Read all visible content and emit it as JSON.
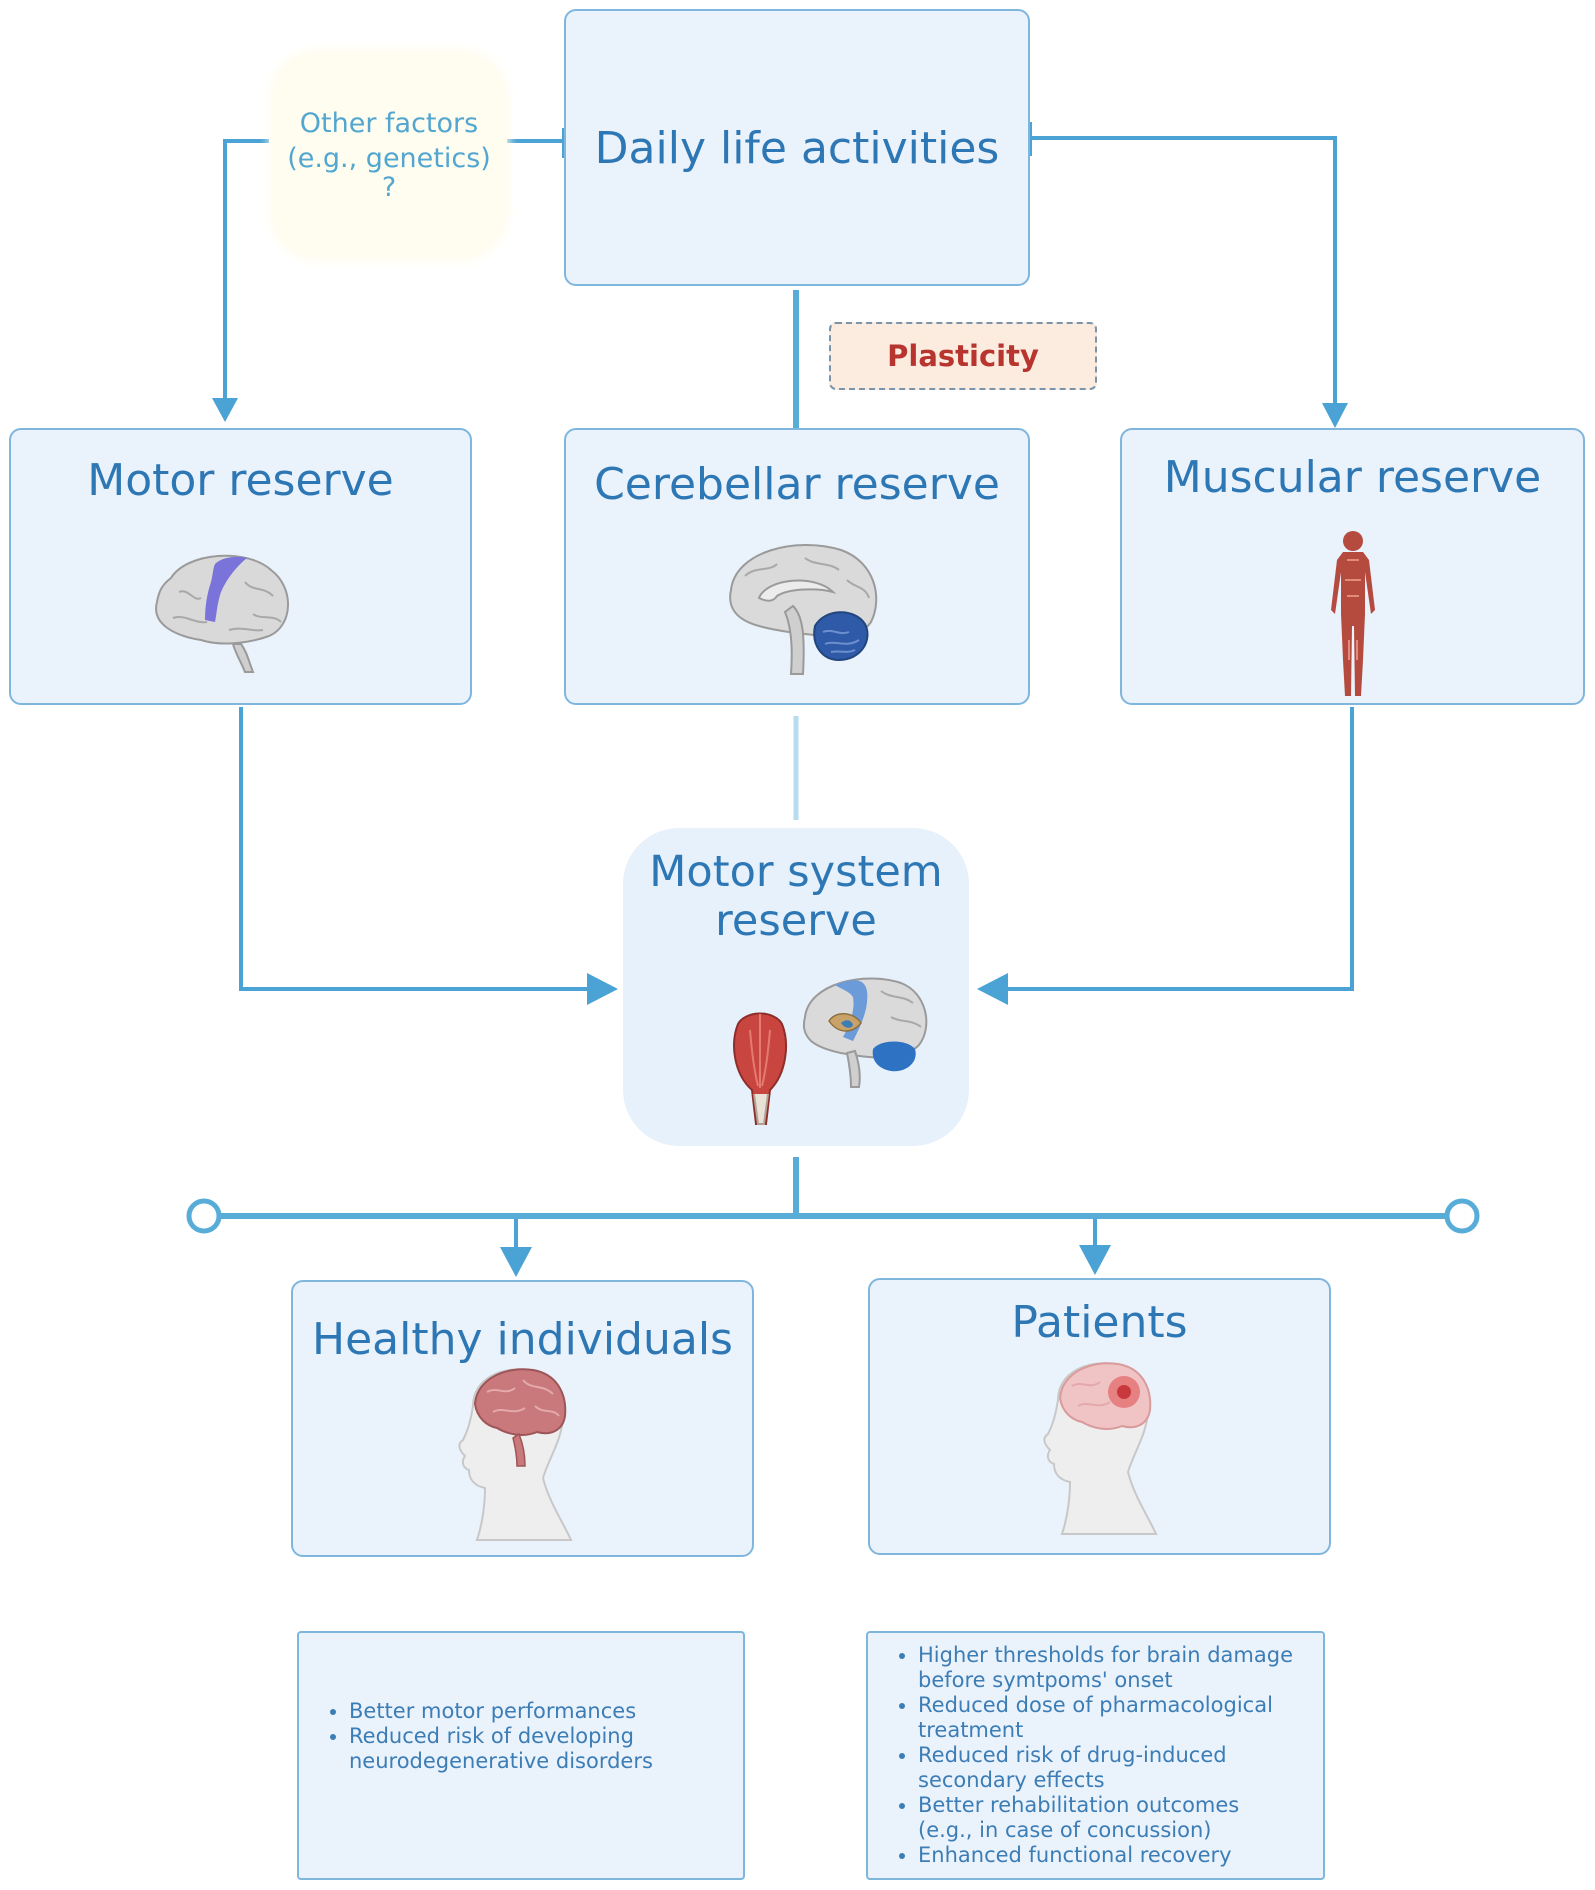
{
  "diagram": {
    "top": {
      "title": "Daily life activities",
      "other_factors": {
        "line1": "Other factors",
        "line2": "(e.g., genetics)",
        "line3": "?"
      },
      "plasticity": "Plasticity"
    },
    "reserves": {
      "motor": {
        "title": "Motor reserve",
        "icon": "brain-motor-cortex-icon"
      },
      "cerebellar": {
        "title": "Cerebellar reserve",
        "icon": "brain-cerebellum-icon"
      },
      "muscular": {
        "title": "Muscular reserve",
        "icon": "human-muscle-body-icon"
      }
    },
    "motor_system_reserve": {
      "line1": "Motor system",
      "line2": "reserve",
      "icons": [
        "muscle-icon",
        "brain-sagittal-icon"
      ]
    },
    "outcomes": {
      "healthy": {
        "title": "Healthy individuals",
        "icon": "healthy-head-icon",
        "benefits": [
          "Better motor performances",
          "Reduced risk of developing neurodegenerative disorders"
        ]
      },
      "patients": {
        "title": "Patients",
        "icon": "patient-head-lesion-icon",
        "benefits": [
          "Higher thresholds for brain damage before symtpoms' onset",
          "Reduced dose of pharmacological treatment",
          "Reduced risk of drug-induced secondary effects",
          "Better rehabilitation outcomes (e.g., in case of concussion)",
          "Enhanced functional recovery"
        ]
      }
    },
    "colors": {
      "connector": "#4aa3d4",
      "box_fill": "#eaf2fb",
      "box_border": "#7fb6de",
      "title_text": "#2e77b5",
      "plasticity_text": "#b8342f",
      "plasticity_fill": "#fcebdf"
    }
  }
}
